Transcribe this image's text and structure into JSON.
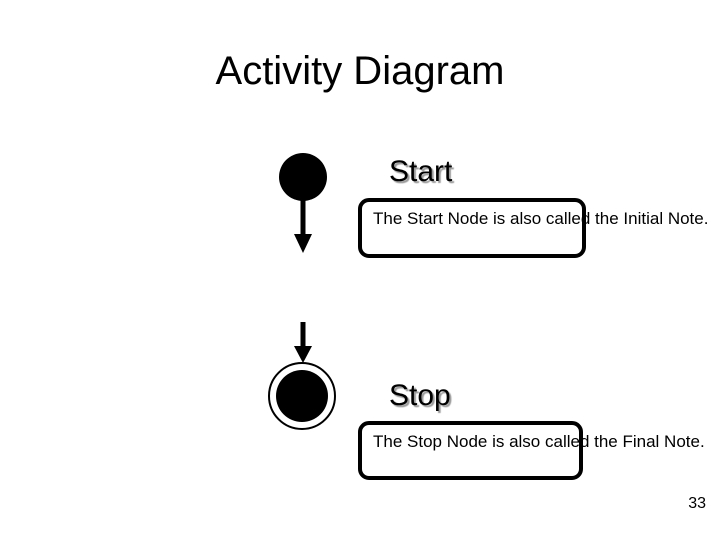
{
  "slide": {
    "title": "Activity Diagram",
    "page_number": "33",
    "background_color": "#ffffff",
    "ink_color": "#000000",
    "heading_shadow_color": "#787878"
  },
  "diagram": {
    "type": "uml-activity-diagram",
    "nodes": [
      {
        "id": "start",
        "kind": "initial-node",
        "heading": "Start",
        "shape": "filled-circle",
        "note": "The Start Node is also called the Initial Note."
      },
      {
        "id": "stop",
        "kind": "final-node",
        "heading": "Stop",
        "shape": "filled-circle-in-ring",
        "note": "The Stop Node is also called the Final Note."
      }
    ],
    "edges": [
      {
        "from": "start",
        "to": "stop",
        "style": "solid-arrow",
        "segment": "upper"
      },
      {
        "from": "start",
        "to": "stop",
        "style": "solid-arrow",
        "segment": "lower"
      }
    ]
  }
}
